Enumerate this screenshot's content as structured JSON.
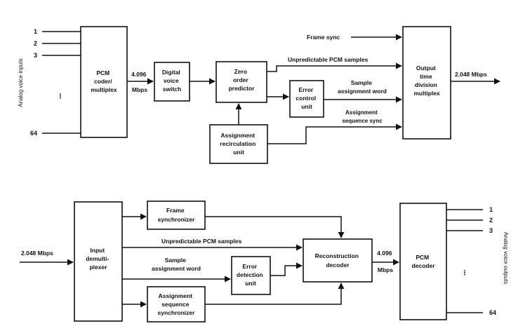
{
  "top": {
    "side_label": "Analog voice inputs",
    "input_numbers": [
      "1",
      "2",
      "3",
      "64"
    ],
    "blocks": {
      "pcm_encoder": [
        "PCM",
        "coder/",
        "multiplex"
      ],
      "digital_voice_switch": [
        "Digital",
        "voice",
        "switch"
      ],
      "zero_order_predictor": [
        "Zero",
        "order",
        "predictor"
      ],
      "error_control_unit": [
        "Error",
        "control",
        "unit"
      ],
      "assignment_recirculation_unit": [
        "Assignment",
        "recirculation",
        "unit"
      ],
      "output_tdm": [
        "Output",
        "time",
        "division",
        "multiplex"
      ]
    },
    "rate_in": [
      "4.096",
      "Mbps"
    ],
    "rate_out": "2.048 Mbps",
    "signals": {
      "frame_sync": "Frame sync",
      "unpredictable": "Unpredictable PCM samples",
      "sample_assignment": [
        "Sample",
        "assignment word"
      ],
      "assignment_sequence": [
        "Assignment",
        "sequence sync"
      ]
    }
  },
  "bottom": {
    "side_label": "Analog voice outputs",
    "output_numbers": [
      "1",
      "2",
      "3",
      "64"
    ],
    "blocks": {
      "input_demultiplexer": [
        "Input",
        "demulti-",
        "plexer"
      ],
      "frame_synchronizer": [
        "Frame",
        "synchronizer"
      ],
      "error_detection_unit": [
        "Error",
        "detection",
        "unit"
      ],
      "assignment_sequence_synchronizer": [
        "Assignment",
        "sequence",
        "synchronizer"
      ],
      "reconstruction_decoder": [
        "Reconstruction",
        "decoder"
      ],
      "pcm_decoder": [
        "PCM",
        "decoder"
      ]
    },
    "rate_in": "2.048 Mbps",
    "rate_mid": [
      "4.096",
      "Mbps"
    ],
    "signals": {
      "unpredictable": "Unpredictable PCM samples",
      "sample_assignment": [
        "Sample",
        "assignment word"
      ]
    }
  }
}
